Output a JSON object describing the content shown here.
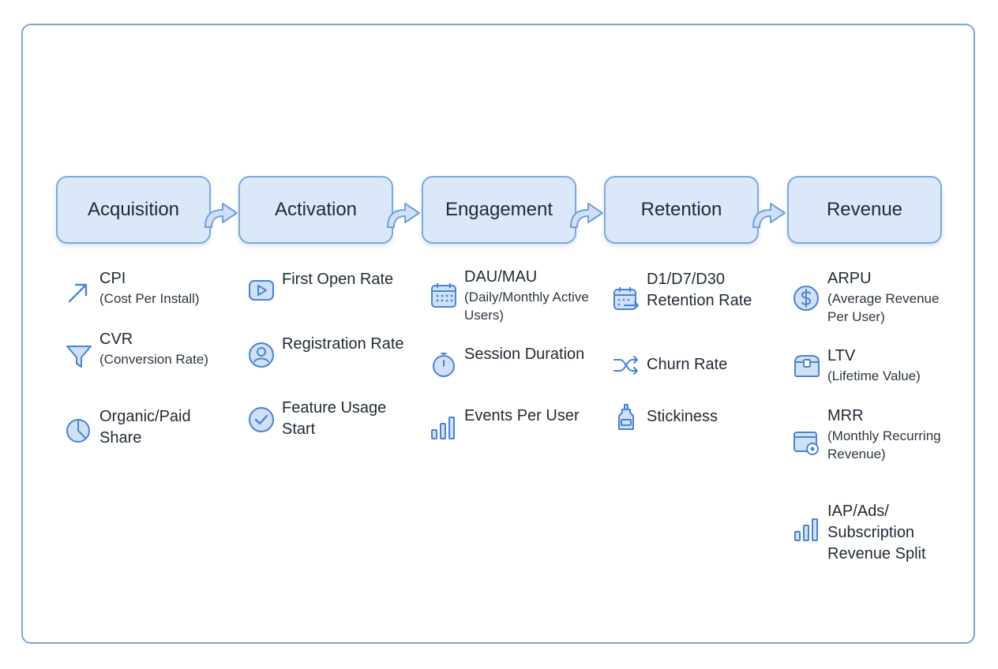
{
  "stages": [
    {
      "label": "Acquisition",
      "metrics": [
        {
          "name": "CPI",
          "desc": "(Cost Per Install)",
          "icon": "cursor-arrow-icon"
        },
        {
          "name": "CVR",
          "desc": "(Conversion Rate)",
          "icon": "funnel-icon"
        },
        {
          "name": "Organic/Paid Share",
          "desc": "",
          "icon": "pie-chart-icon"
        }
      ]
    },
    {
      "label": "Activation",
      "metrics": [
        {
          "name": "First Open Rate",
          "desc": "",
          "icon": "play-button-icon"
        },
        {
          "name": "Registration Rate",
          "desc": "",
          "icon": "user-circle-icon"
        },
        {
          "name": "Feature Usage Start",
          "desc": "",
          "icon": "check-circle-icon"
        }
      ]
    },
    {
      "label": "Engagement",
      "metrics": [
        {
          "name": "DAU/MAU",
          "desc": "(Daily/Monthly Active Users)",
          "icon": "calendar-icon"
        },
        {
          "name": "Session Duration",
          "desc": "",
          "icon": "stopwatch-icon"
        },
        {
          "name": "Events Per User",
          "desc": "",
          "icon": "bar-chart-icon"
        }
      ]
    },
    {
      "label": "Retention",
      "metrics": [
        {
          "name": "D1/D7/D30 Retention Rate",
          "desc": "",
          "icon": "calendar-arrow-icon"
        },
        {
          "name": "Churn Rate",
          "desc": "",
          "icon": "shuffle-icon"
        },
        {
          "name": "Stickiness",
          "desc": "",
          "icon": "glue-bottle-icon"
        }
      ]
    },
    {
      "label": "Revenue",
      "metrics": [
        {
          "name": "ARPU",
          "desc": "(Average Revenue Per User)",
          "icon": "dollar-coin-icon"
        },
        {
          "name": "LTV",
          "desc": "(Lifetime Value)",
          "icon": "treasure-chest-icon"
        },
        {
          "name": "MRR",
          "desc": "(Monthly Recurring Revenue)",
          "icon": "browser-gear-icon"
        },
        {
          "name": "IAP/Ads/ Subscription Revenue Split",
          "desc": "",
          "icon": "bar-chart-icon"
        }
      ]
    }
  ],
  "colors": {
    "stage_fill": "#dbe8f9",
    "stage_border": "#7ea8db",
    "icon_fill": "#cfe0f7",
    "icon_stroke": "#4a84cf"
  }
}
